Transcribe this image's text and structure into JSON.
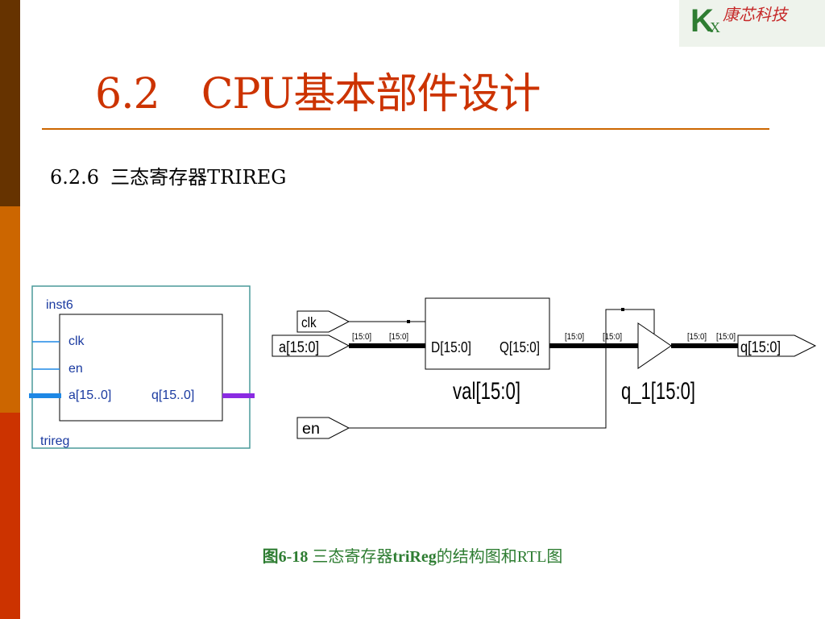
{
  "theme": {
    "title_color": "#cc3300",
    "rule_color": "#cc6600",
    "caption_color": "#2e7d32",
    "sidebar_colors": [
      "#663300",
      "#cc6600",
      "#cc3300"
    ]
  },
  "logo": {
    "letter": "K",
    "subscript": "X",
    "text": "康芯科技"
  },
  "slide": {
    "title_number": "6.2",
    "title_text": "CPU基本部件设计",
    "section_number": "6.2.6",
    "section_title": "三态寄存器TRIREG"
  },
  "symbol": {
    "instance": "inst6",
    "type": "trireg",
    "pins": {
      "clk": "clk",
      "en": "en",
      "a": "a[15..0]",
      "q": "q[15..0]"
    }
  },
  "rtl": {
    "inputs": {
      "clk": "clk",
      "a": "a[15:0]",
      "en": "en"
    },
    "output": "q[15:0]",
    "register": {
      "d_port": "D[15:0]",
      "q_port": "Q[15:0]",
      "name": "val[15:0]"
    },
    "tristate_name": "q_1[15:0]",
    "bus_tag": "[15:0]"
  },
  "caption": {
    "prefix": "图6-18",
    "middle": " 三态寄存器",
    "bold_name": "triReg",
    "suffix": "的结构图和RTL图"
  }
}
